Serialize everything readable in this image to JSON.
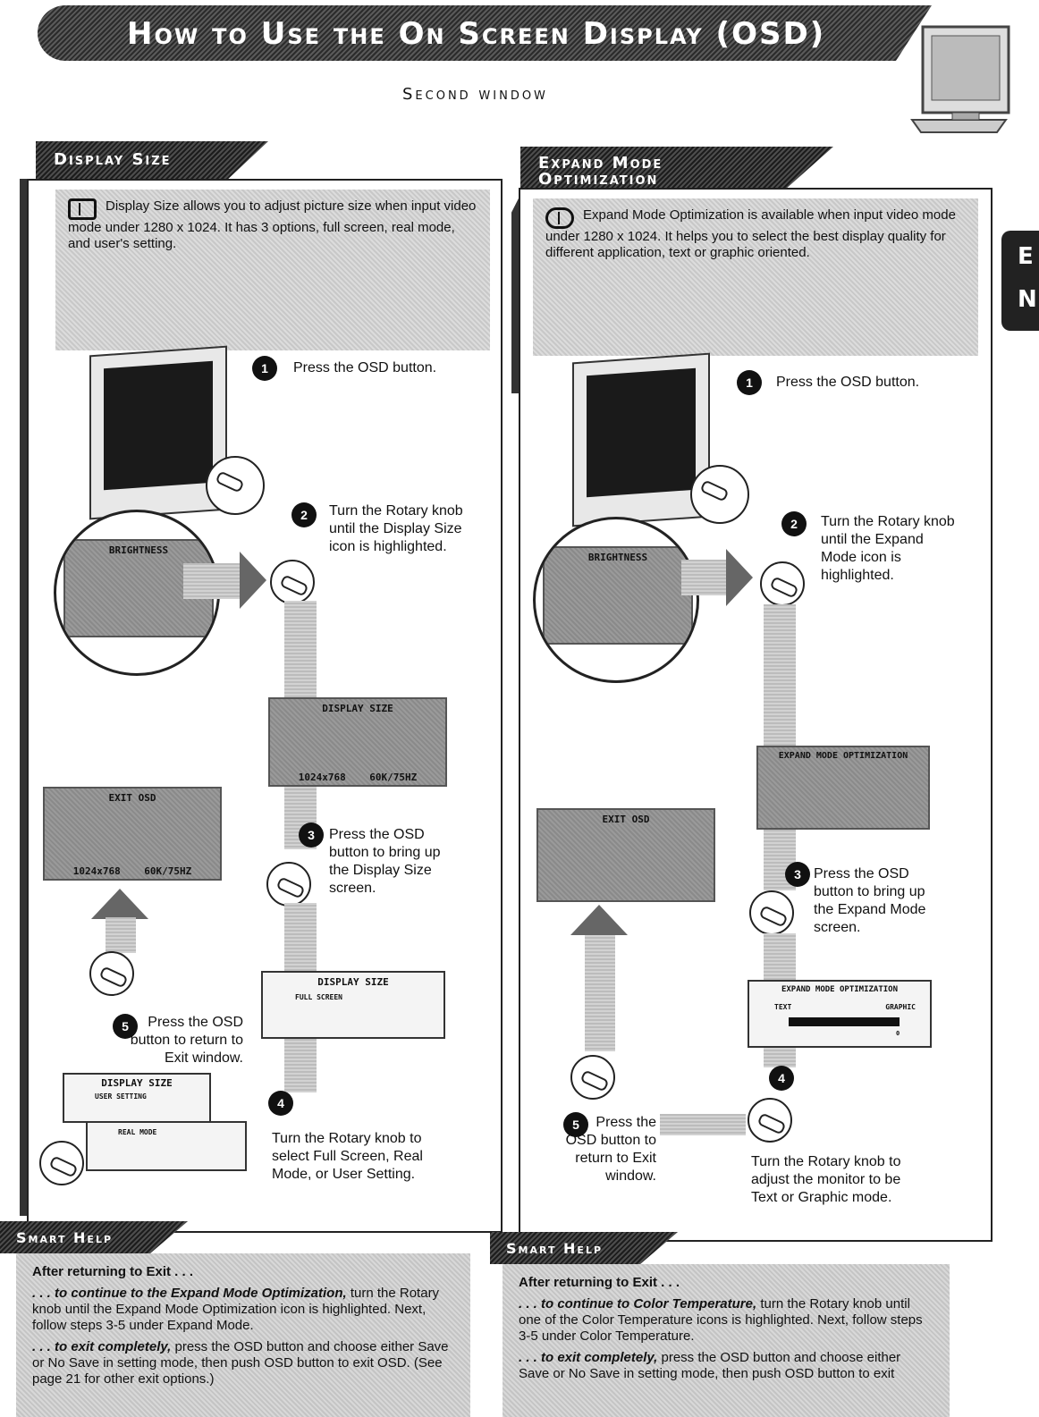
{
  "header": {
    "title": "How to Use the On Screen Display (OSD)",
    "subtitle": "Second window",
    "side_tab_letters": [
      "E",
      "N"
    ]
  },
  "left": {
    "tab": "Display Size",
    "intro": "Display Size allows you to adjust picture size when input video mode under 1280 x 1024. It has 3 options, full screen, real mode, and user's setting.",
    "steps": {
      "s1": "Press the OSD button.",
      "s2": "Turn the Rotary knob until the Display Size icon is highlighted.",
      "s3": "Press the OSD button to bring up the Display Size screen.",
      "s4": "Turn the Rotary knob to select Full Screen, Real Mode, or User Setting.",
      "s5": "Press the OSD button to return to Exit window."
    },
    "osd": {
      "brightness": "BRIGHTNESS",
      "display_size": "DISPLAY SIZE",
      "exit_osd": "EXIT OSD",
      "res": "1024x768",
      "freq": "60K/75HZ",
      "full_screen": "FULL SCREEN",
      "user_setting": "USER SETTING",
      "real_mode": "REAL MODE"
    },
    "help": {
      "tab": "Smart Help",
      "heading": "After returning to Exit . . .",
      "p1_lead": ". . . to continue to the Expand Mode Optimization,",
      "p1_body": "turn the Rotary knob until the Expand Mode Optimization icon is highlighted. Next, follow steps 3-5 under Expand Mode.",
      "p2_lead": ". . . to exit completely,",
      "p2_body": "press the OSD button and choose either Save or No Save in setting mode, then push OSD button to exit OSD. (See page 21 for other exit options.)"
    }
  },
  "right": {
    "tab_line1": "Expand Mode",
    "tab_line2": "Optimization",
    "intro": "Expand Mode Optimization is available when input video mode under 1280 x 1024. It helps you to select the best display quality for different application, text or graphic oriented.",
    "steps": {
      "s1": "Press the OSD button.",
      "s2": "Turn the Rotary knob until the Expand Mode icon is highlighted.",
      "s3": "Press the OSD button to bring up the Expand Mode screen.",
      "s4": "Turn the Rotary knob to adjust the monitor to be Text or Graphic mode.",
      "s5": "Press the OSD button to return to Exit window."
    },
    "osd": {
      "brightness": "BRIGHTNESS",
      "expand_mode": "EXPAND MODE OPTIMIZATION",
      "exit_osd": "EXIT OSD",
      "text": "TEXT",
      "graphic": "GRAPHIC",
      "zero": "0"
    },
    "help": {
      "tab": "Smart Help",
      "heading": "After returning to Exit . . .",
      "p1_lead": ". . . to continue to Color Temperature,",
      "p1_body": "turn the Rotary knob until one of the Color Temperature icons is highlighted. Next, follow steps 3-5 under Color Temperature.",
      "p2_lead": ". . . to exit completely,",
      "p2_body": "press the OSD button and choose either Save or No Save in setting mode, then push OSD button to exit"
    }
  }
}
